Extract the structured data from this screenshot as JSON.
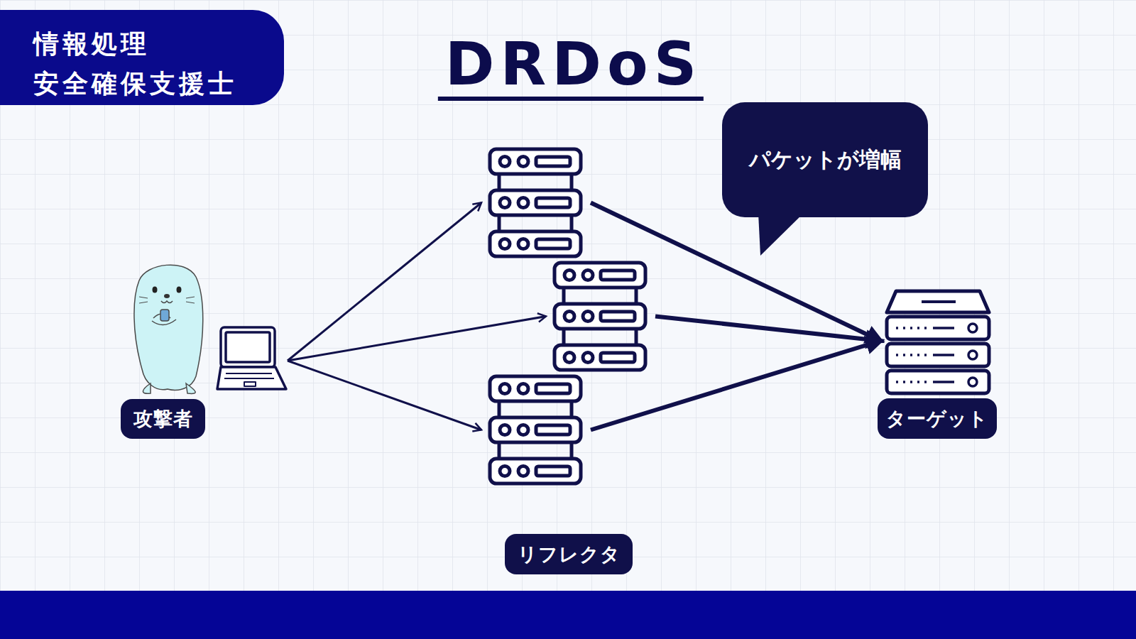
{
  "diagram": {
    "title": "DRDoS",
    "nodes": [
      {
        "text": [
          "情報処理 安全確保支援士"
        ]
      },
      {
        "text": [
          "攻撃者"
        ]
      },
      {
        "text": [
          "リフレクタ"
        ]
      },
      {
        "text": [
          "ターゲット"
        ]
      },
      {
        "text": [
          "パケットが増幅"
        ]
      }
    ],
    "edges": [
      {
        "from": 1,
        "to": 2,
        "arrow": "to"
      },
      {
        "from": 2,
        "to": 3,
        "arrow": "to"
      }
    ]
  }
}
